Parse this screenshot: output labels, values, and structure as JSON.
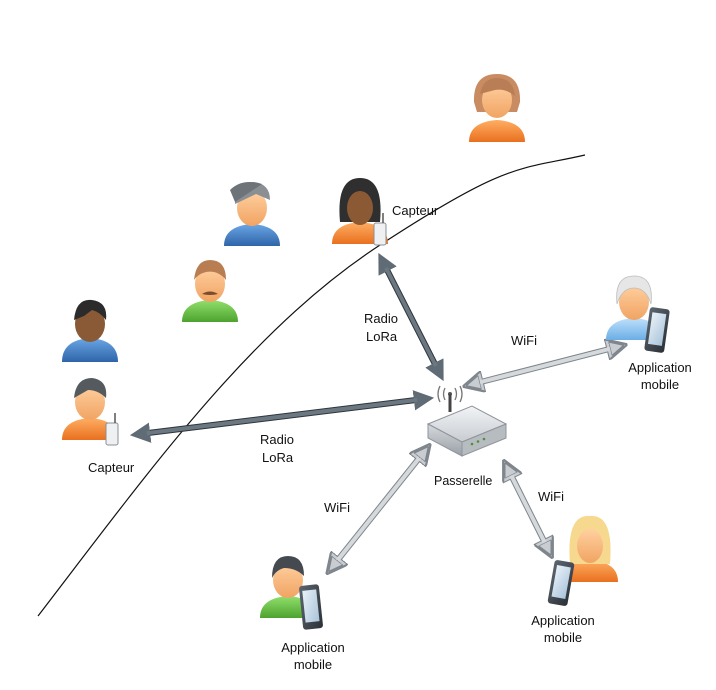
{
  "labels": {
    "capteur_top": "Capteur",
    "capteur_left": "Capteur",
    "radio_lora_top_1": "Radio",
    "radio_lora_top_2": "LoRa",
    "radio_lora_mid_1": "Radio",
    "radio_lora_mid_2": "LoRa",
    "wifi_right": "WiFi",
    "wifi_bottom_left": "WiFi",
    "wifi_bottom_right": "WiFi",
    "passerelle": "Passerelle",
    "app_right_1": "Application",
    "app_right_2": "mobile",
    "app_bottom_left_1": "Application",
    "app_bottom_left_2": "mobile",
    "app_bottom_right_1": "Application",
    "app_bottom_right_2": "mobile"
  },
  "icons": {
    "people": [
      "person-icon"
    ],
    "sensor": "sensor-icon",
    "gateway": "gateway-router-icon",
    "phone": "mobile-phone-icon"
  },
  "colors": {
    "lora_arrow": "#5f6b75",
    "wifi_arrow": "#c9cdd1",
    "skin": "#f7b37a",
    "orange_shirt": "#f08a3c",
    "blue_shirt": "#3f7ec4",
    "green_shirt": "#6cbf4a",
    "light_blue_shirt": "#8fc4ef"
  }
}
